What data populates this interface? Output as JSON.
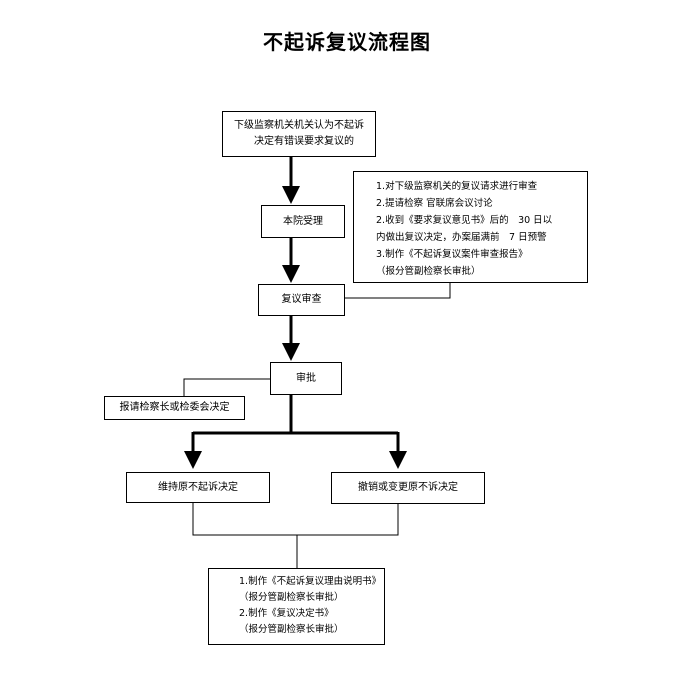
{
  "title": "不起诉复议流程图",
  "nodes": {
    "start": [
      "下级监察机关机关认为不起诉",
      "决定有错误要求复议的"
    ],
    "accept": "本院受理",
    "review": "复议审查",
    "review_note": [
      "1.对下级监察机关的复议请求进行审查",
      "2.提请检察 官联席会议讨论",
      "2.收到《要求复议意见书》后的　30 日以",
      "内做出复议决定，办案届满前　7 日预警",
      "3.制作《不起诉复议案件审查报告》",
      "（报分管副检察长审批）"
    ],
    "approve": "审批",
    "approve_side": "报请检察长或检委会决定",
    "maintain": "维持原不起诉决定",
    "revoke": "撤销或变更原不诉决定",
    "final": [
      "1.制作《不起诉复议理由说明书》",
      "（报分管副检察长审批）",
      "2.制作《复议决定书》",
      "（报分管副检察长审批）"
    ]
  }
}
